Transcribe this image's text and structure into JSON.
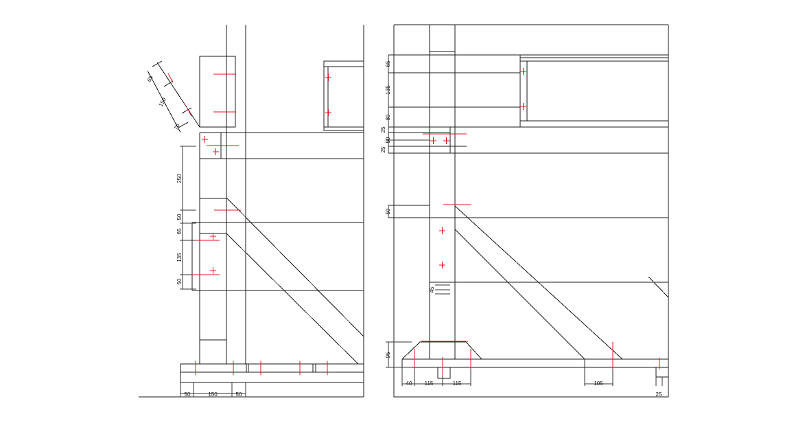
{
  "colors": {
    "lines": "#1a1a1a",
    "marks": "#e0141e",
    "background": "#ffffff"
  },
  "left_view": {
    "angled_dims": [
      "65",
      "150",
      "70"
    ],
    "vertical_dims": [
      "250",
      "50",
      "65",
      "135",
      "50"
    ],
    "bottom_dims": [
      "50",
      "150",
      "50"
    ]
  },
  "right_view": {
    "vertical_dims": [
      "65",
      "135",
      "80",
      "25",
      "50",
      "25",
      "50",
      "45",
      "95"
    ],
    "bottom_dims": [
      "40",
      "115",
      "115",
      "105",
      "25"
    ]
  }
}
